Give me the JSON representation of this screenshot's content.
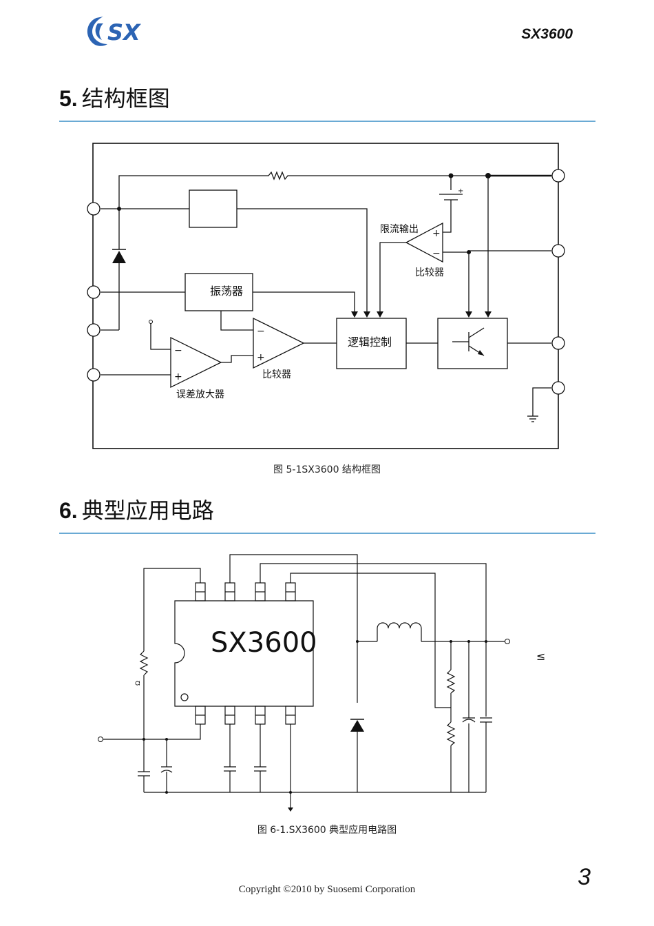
{
  "header": {
    "logo_text": "SX",
    "model": "SX3600"
  },
  "section5": {
    "number": "5.",
    "title": "结构框图",
    "caption": "图 5-1SX3600 结构框图",
    "labels": {
      "oscillator": "振荡器",
      "logic": "逻辑控制",
      "current_limit": "限流输出",
      "comparator_top": "比较器",
      "comparator_mid": "比较器",
      "error_amp": "误差放大器"
    }
  },
  "section6": {
    "number": "6.",
    "title": "典型应用电路",
    "caption": "图 6-1.SX3600 典型应用电路图",
    "chip_label": "SX3600",
    "resistor_mark": "Ω",
    "side_mark": "≤"
  },
  "footer": {
    "copyright": "Copyright ©2010 by Suosemi Corporation",
    "page": "3"
  },
  "colors": {
    "rule": "#6aaad4",
    "logo": "#2c64b4"
  }
}
